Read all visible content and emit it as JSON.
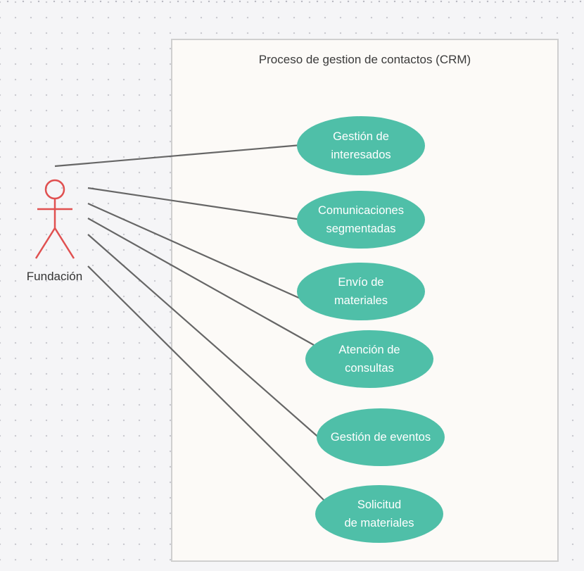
{
  "diagram": {
    "boundary_title": "Proceso de gestion de contactos (CRM)",
    "actor": {
      "label": "Fundación",
      "icon": "stick-figure-actor-icon",
      "color": "#e05050"
    },
    "use_cases": [
      {
        "id": "gestion-interesados",
        "label": "Gestión de\ninteresados"
      },
      {
        "id": "comunicaciones-segmentadas",
        "label": "Comunicaciones\nsegmentadas"
      },
      {
        "id": "envio-materiales",
        "label": "Envío de\nmateriales"
      },
      {
        "id": "atencion-consultas",
        "label": "Atención de\nconsultas"
      },
      {
        "id": "gestion-eventos",
        "label": "Gestión de eventos"
      },
      {
        "id": "solicitud-materiales",
        "label": "Solicitud\nde materiales"
      }
    ],
    "colors": {
      "use_case_fill": "#4fbfa8",
      "use_case_text": "#ffffff",
      "connector": "#666666",
      "boundary_fill": "#fcfaf7",
      "boundary_border": "#cfcfcf",
      "canvas_background": "#f5f5f7"
    }
  }
}
